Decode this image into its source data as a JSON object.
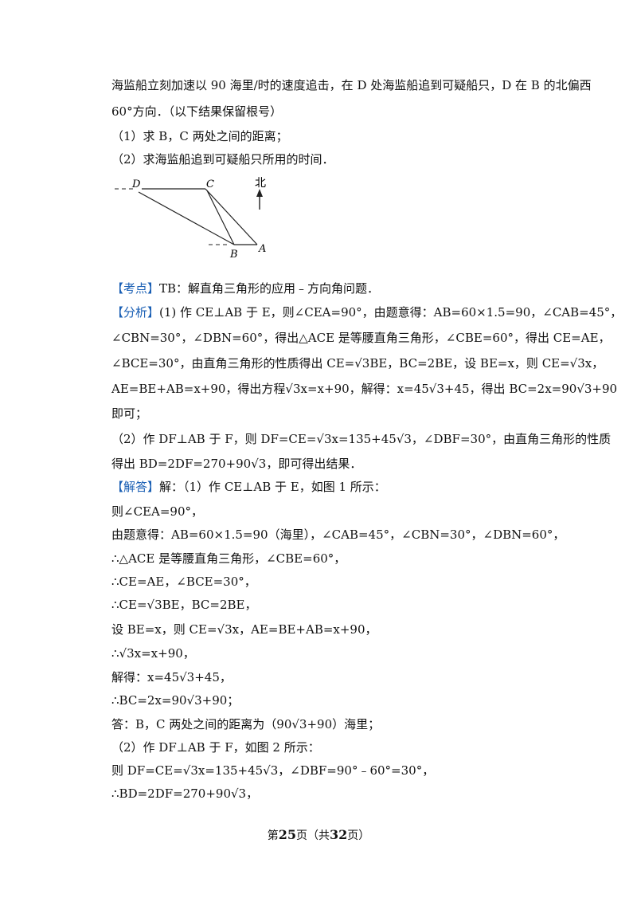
{
  "lines": [
    "海监船立刻加速以 90 海里/时的速度追击，在 D 处海监船追到可疑船只，D 在 B 的北偏西",
    "60°方向．（以下结果保留根号）",
    "（1）求 B，C 两处之间的距离；",
    "（2）求海监船追到可疑船只所用的时间．",
    "TB：解直角三角形的应用﹣方向角问题．",
    "(1) 作 CE⊥AB 于 E，则∠CEA=90°，由题意得：AB=60×1.5=90，∠CAB=45°，",
    "∠CBN=30°，∠DBN=60°，得出△ACE 是等腰直角三角形，∠CBE=60°，得出 CE=AE，",
    "∠BCE=30°，由直角三角形的性质得出 CE=√3BE，BC=2BE，设 BE=x，则 CE=√3x，",
    "AE=BE+AB=x+90，得出方程√3x=x+90，解得：x=45√3+45，得出 BC=2x=90√3+90",
    "即可；",
    "（2）作 DF⊥AB 于 F，则 DF=CE=√3x=135+45√3，∠DBF=30°，由直角三角形的性质",
    "得出 BD=2DF=270+90√3，即可得出结果．",
    "解：（1）作 CE⊥AB 于 E，如图 1 所示：",
    "则∠CEA=90°，",
    "由题意得：AB=60×1.5=90（海里），∠CAB=45°，∠CBN=30°，∠DBN=60°，",
    "∴△ACE 是等腰直角三角形，∠CBE=60°，",
    "∴CE=AE，∠BCE=30°，",
    "∴CE=√3BE，BC=2BE，",
    "设 BE=x，则 CE=√3x，AE=BE+AB=x+90，",
    "∴√3x=x+90，",
    "解得：x=45√3+45，",
    "∴BC=2x=90√3+90；",
    "答：B，C 两处之间的距离为（90√3+90）海里；",
    "（2）作 DF⊥AB 于 F，如图 2 所示：",
    "则 DF=CE=√3x=135+45√3，∠DBF=90°﹣60°=30°，",
    "∴BD=2DF=270+90√3，"
  ],
  "tags": {
    "kaodian": "【考点】",
    "fenxi": "【分析】",
    "jieda": "【解答】"
  },
  "diagram": {
    "D": "D",
    "C": "C",
    "B": "B",
    "A": "A",
    "north": "北"
  },
  "footer": {
    "pre": "第",
    "page": "25",
    "mid": "页（共",
    "total": "32",
    "post": "页）"
  },
  "colors": {
    "tag": "#1a5fb4"
  }
}
